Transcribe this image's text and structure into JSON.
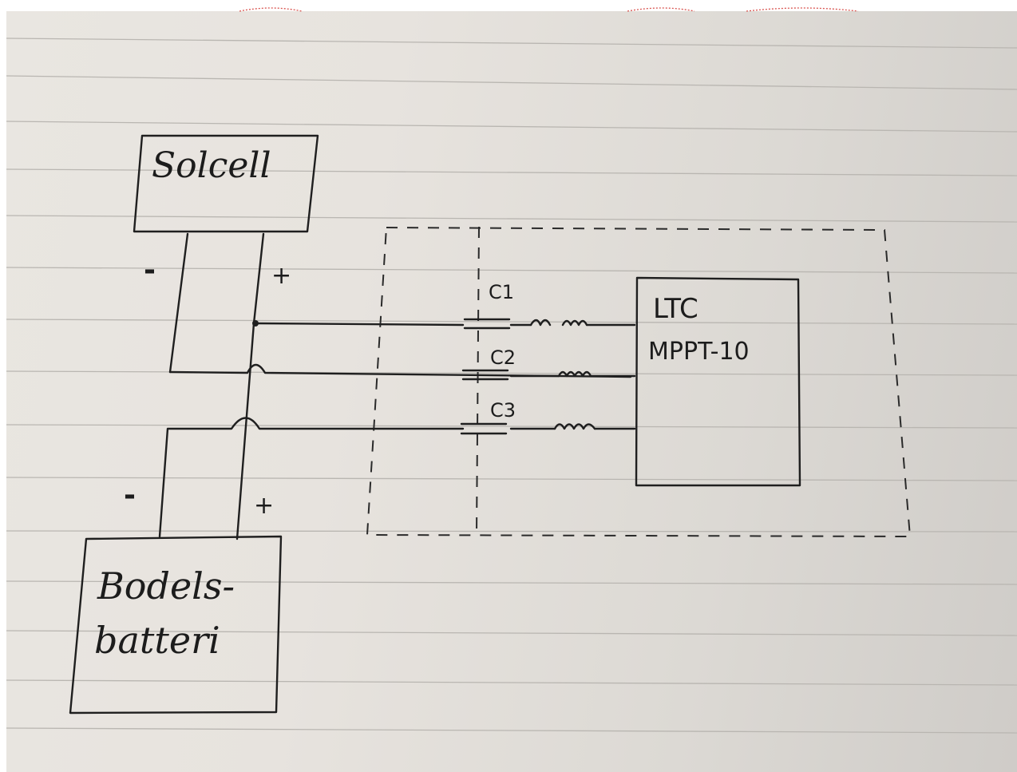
{
  "blocks": {
    "solar_cell": "Solcell",
    "battery_line1": "Bodels-",
    "battery_line2": "batteri",
    "controller_line1": "LTC",
    "controller_line2": "MPPT-10"
  },
  "polarity": {
    "top_minus": "-",
    "top_plus": "+",
    "bottom_minus": "-",
    "bottom_plus": "+"
  },
  "capacitors": [
    "C1",
    "C2",
    "C3"
  ]
}
